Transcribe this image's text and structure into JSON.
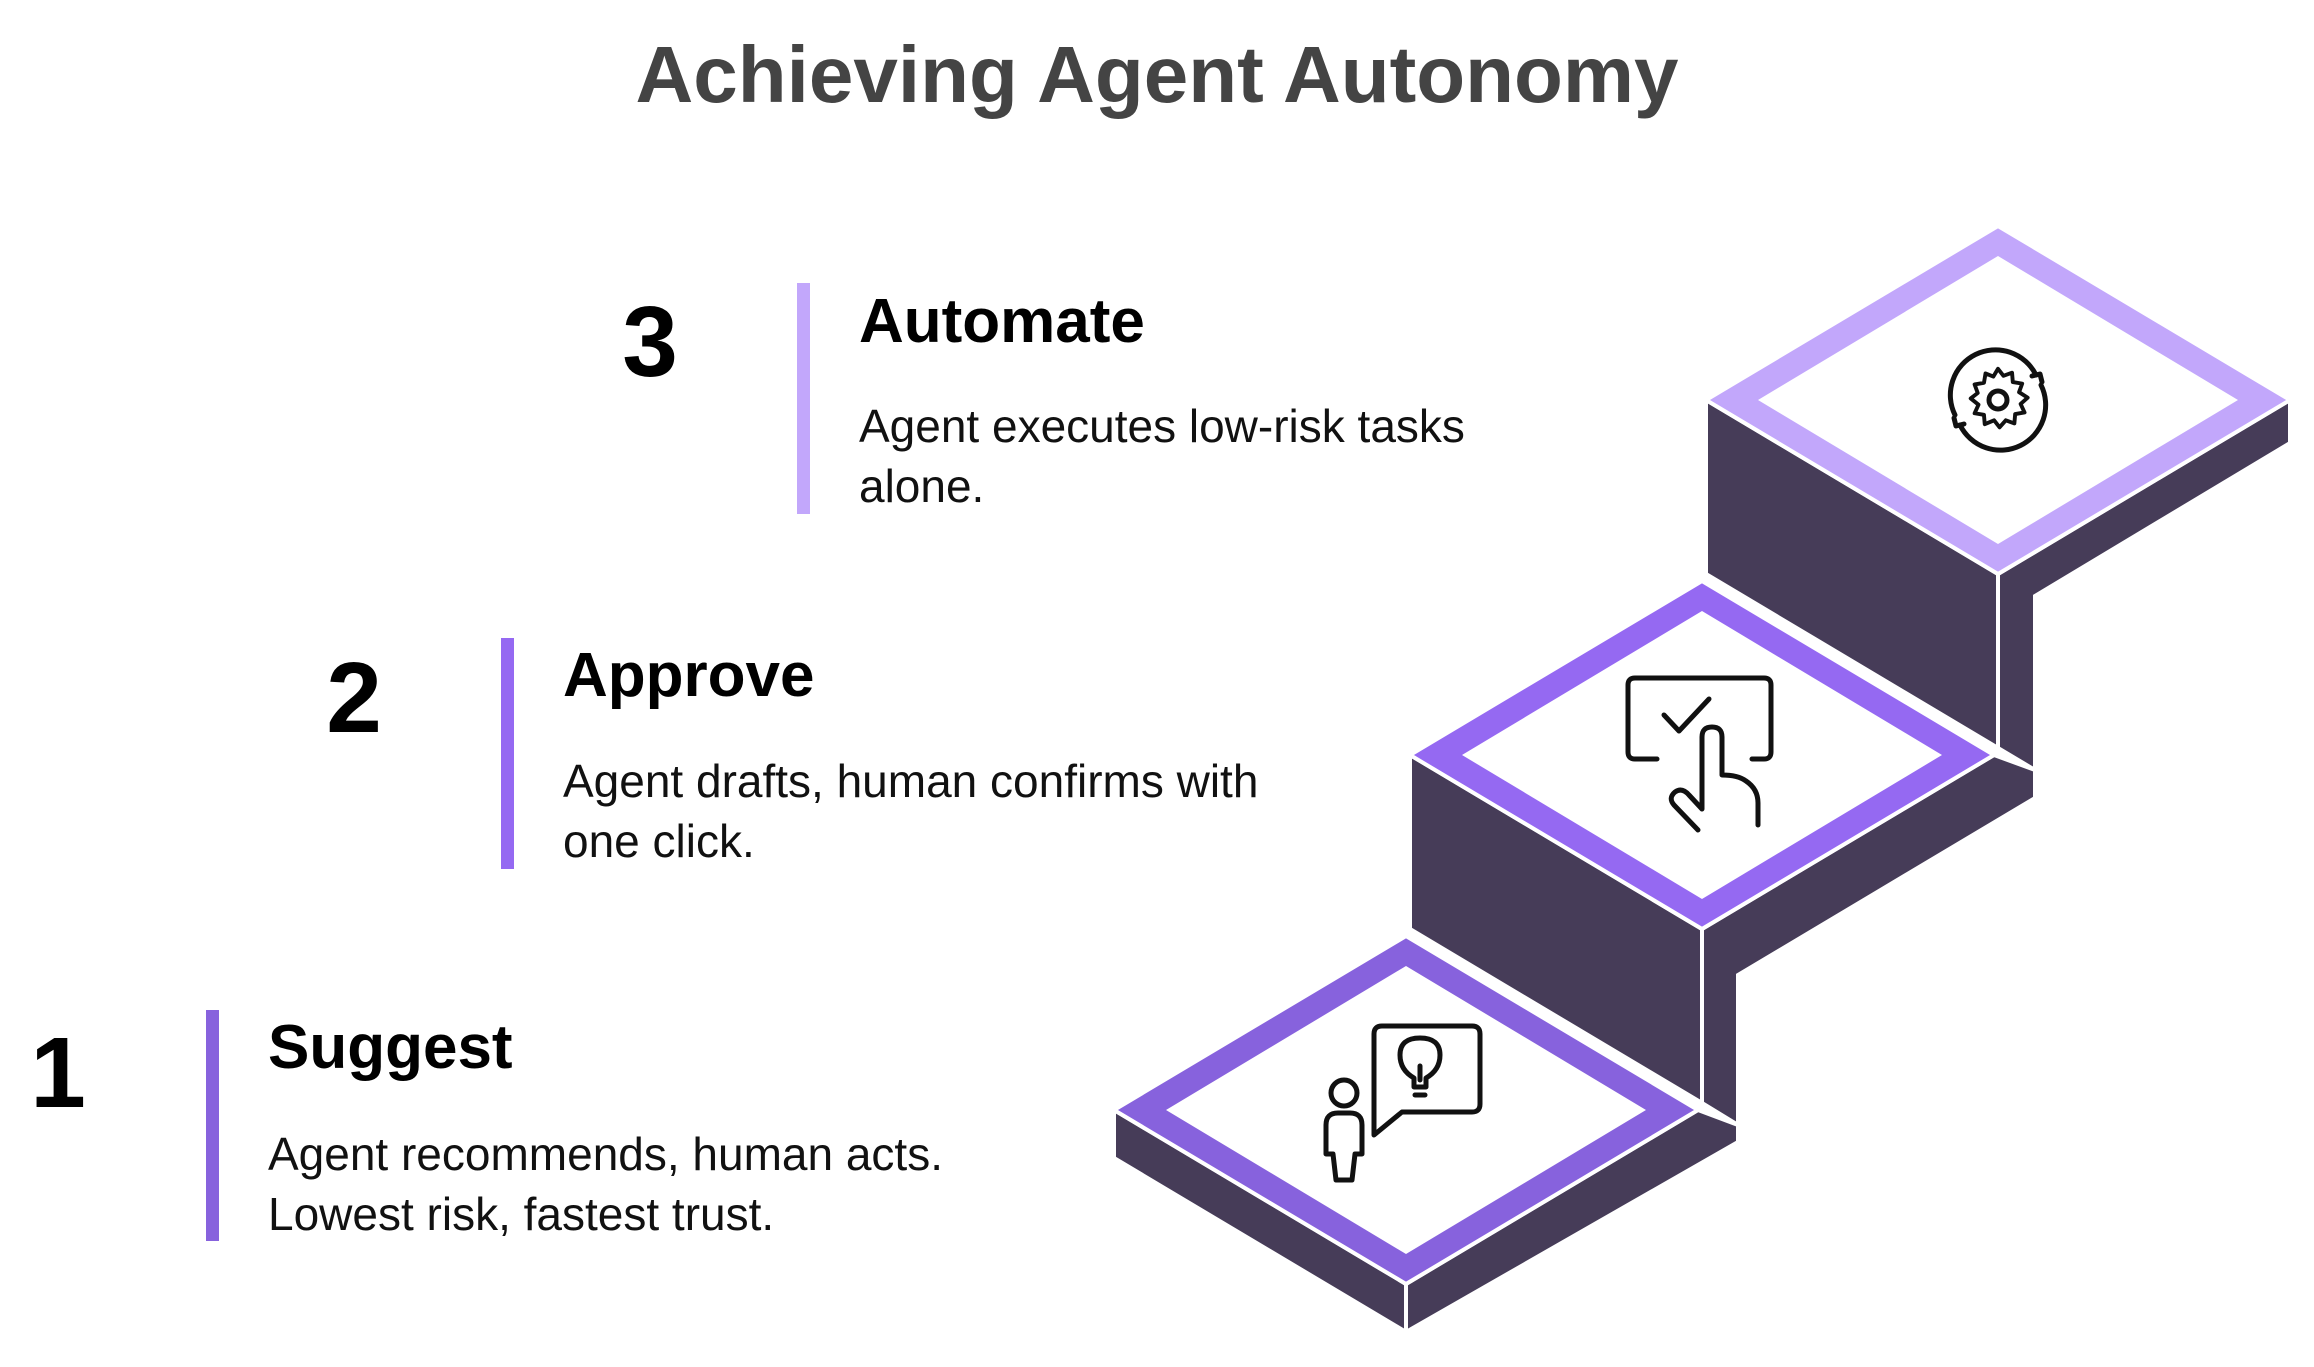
{
  "title": "Achieving Agent Autonomy",
  "colors": {
    "step1": "#8762dd",
    "step2": "#9569f2",
    "step3": "#c2a7fb",
    "riser": "#463c58",
    "title": "#444444"
  },
  "steps": [
    {
      "number": "1",
      "heading": "Suggest",
      "lines": [
        "Agent recommends, human acts.",
        "Lowest risk, fastest trust."
      ],
      "icon": "person-lightbulb-icon"
    },
    {
      "number": "2",
      "heading": "Approve",
      "lines": [
        "Agent drafts, human confirms with",
        "one click."
      ],
      "icon": "hand-touch-check-icon"
    },
    {
      "number": "3",
      "heading": "Automate",
      "lines": [
        "Agent executes low-risk tasks",
        "alone."
      ],
      "icon": "gear-cycle-icon"
    }
  ]
}
